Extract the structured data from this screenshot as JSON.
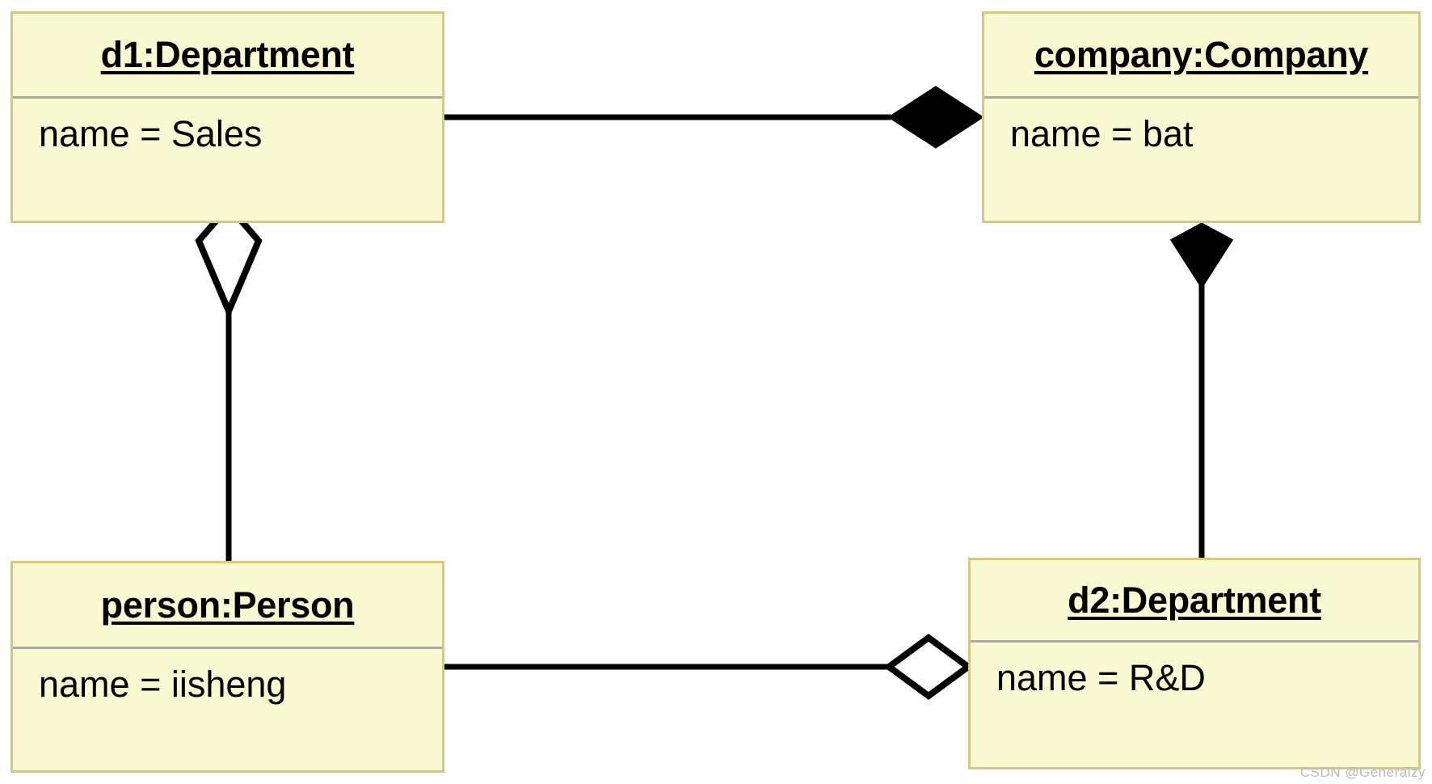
{
  "diagram": {
    "kind": "uml-object-diagram",
    "background": "#ffffff",
    "box_fill": "#fafad2",
    "box_border": "#d9c87a",
    "divider_color": "#a9a9a9",
    "line_color": "#000000",
    "objects": [
      {
        "id": "d1",
        "title": "d1:Department",
        "attribute": "name = Sales"
      },
      {
        "id": "company",
        "title": "company:Company",
        "attribute": "name = bat"
      },
      {
        "id": "person",
        "title": "person:Person",
        "attribute": "name = iisheng"
      },
      {
        "id": "d2",
        "title": "d2:Department",
        "attribute": "name = R&D"
      }
    ],
    "links": [
      {
        "id": "company-d1",
        "from": "company",
        "to": "d1",
        "type": "composition",
        "marker": "filled-diamond",
        "orientation": "horizontal"
      },
      {
        "id": "company-d2",
        "from": "company",
        "to": "d2",
        "type": "composition",
        "marker": "filled-diamond",
        "orientation": "vertical"
      },
      {
        "id": "d1-person",
        "from": "d1",
        "to": "person",
        "type": "aggregation",
        "marker": "hollow-diamond",
        "orientation": "vertical"
      },
      {
        "id": "d2-person",
        "from": "d2",
        "to": "person",
        "type": "aggregation",
        "marker": "hollow-diamond",
        "orientation": "horizontal"
      }
    ]
  },
  "watermark": {
    "text": "CSDN @Generalzy",
    "color": "#b9b9b9"
  }
}
